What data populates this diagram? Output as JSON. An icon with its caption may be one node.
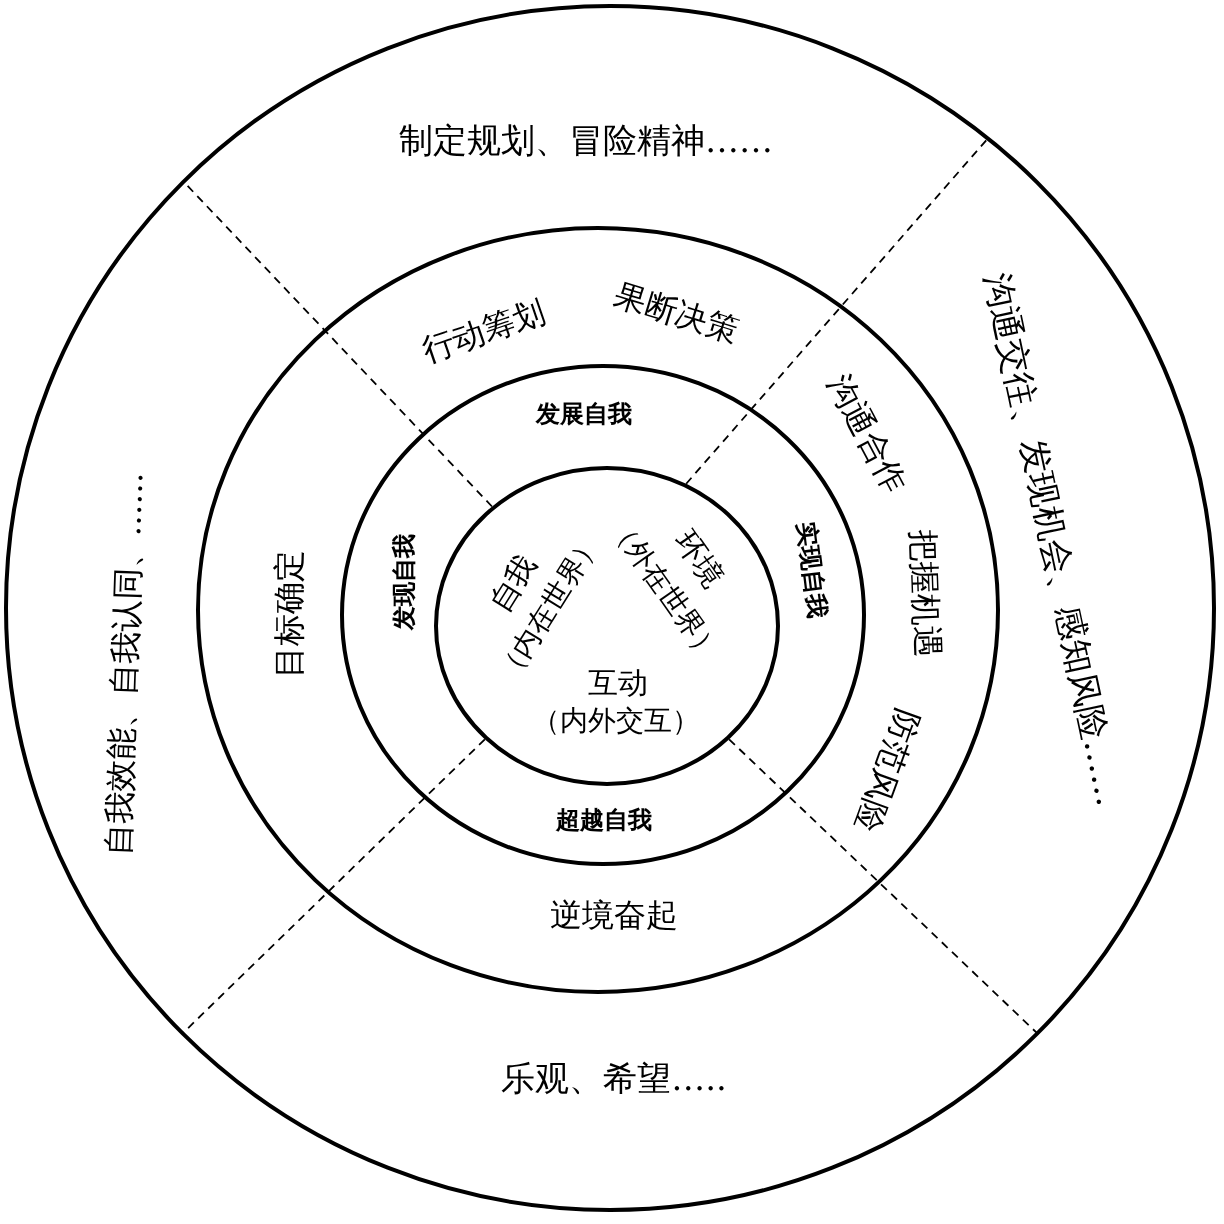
{
  "diagram": {
    "nodes": [
      {
        "text": [
          "制定规划、冒险精神……",
          "自我效能、自我认同、……",
          "沟通交往、发现机会、感知风险……",
          "乐观、希望….."
        ]
      },
      {
        "text": [
          "行动筹划",
          "果断决策",
          "目标确定",
          "沟通合作",
          "把握机遇",
          "防范风险",
          "逆境奋起"
        ],
        "in": 0
      },
      {
        "text": [
          "发展自我",
          "发现自我",
          "实现自我",
          "超越自我"
        ],
        "in": 1
      },
      {
        "text": [
          "自我",
          "（内在世界）",
          "环境",
          "（外在世界）",
          "互动",
          "（内外交互）"
        ],
        "in": 2
      }
    ]
  }
}
